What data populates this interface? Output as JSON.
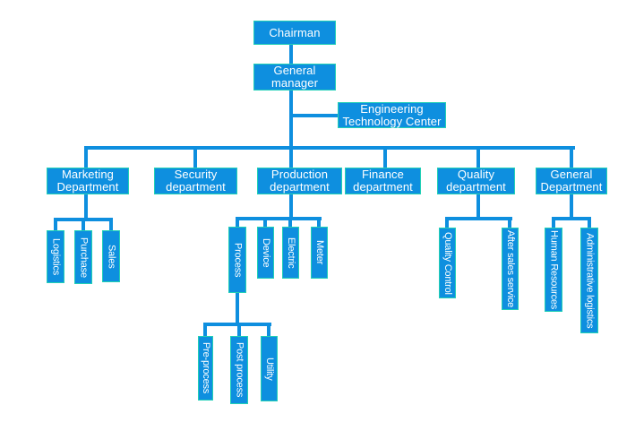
{
  "colors": {
    "background": "#ffffff",
    "node_fill": "#0e8fdf",
    "node_border": "#22d0b6",
    "node_text": "#ffffff",
    "line": "#0e8fdf"
  },
  "nodes": {
    "chairman": "Chairman",
    "general_manager": "General manager",
    "engineering_technology_center": "Engineering Technology Center",
    "marketing_department": "Marketing Department",
    "security_department": "Security department",
    "production_department": "Production department",
    "finance_department": "Finance department",
    "quality_department": "Quality department",
    "general_department": "General Department",
    "logistics": "Logistics",
    "purchase": "Purchase",
    "sales": "Sales",
    "process": "Process",
    "device": "Device",
    "electric": "Electric",
    "meter": "Meter",
    "pre_process": "Pre-process",
    "post_process": "Post process",
    "utility": "Utility",
    "quality_control": "Quality Control",
    "after_sales_service": "After sales service",
    "human_resources": "Human Resources",
    "administrative_logistics": "Administrative logistics"
  },
  "hierarchy": {
    "Chairman": {
      "General manager": {
        "Engineering Technology Center": {},
        "Marketing Department": {
          "Logistics": {},
          "Purchase": {},
          "Sales": {}
        },
        "Security department": {},
        "Production department": {
          "Process": {
            "Pre-process": {},
            "Post process": {},
            "Utility": {}
          },
          "Device": {},
          "Electric": {},
          "Meter": {}
        },
        "Finance department": {},
        "Quality department": {
          "Quality Control": {},
          "After sales service": {}
        },
        "General Department": {
          "Human Resources": {},
          "Administrative logistics": {}
        }
      }
    }
  }
}
